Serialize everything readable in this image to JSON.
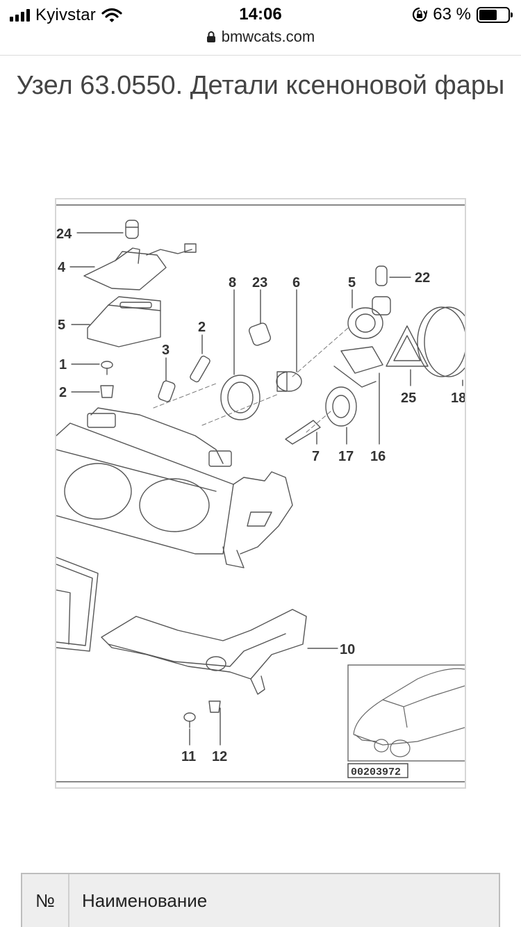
{
  "status_bar": {
    "carrier": "Kyivstar",
    "time": "14:06",
    "battery_percent_label": "63 %",
    "battery_level": 0.63
  },
  "browser": {
    "url": "bmwcats.com"
  },
  "page": {
    "title": "Узел 63.0550. Детали ксеноновой фары"
  },
  "diagram": {
    "callouts": [
      "24",
      "4",
      "5",
      "1",
      "2",
      "3",
      "2",
      "8",
      "23",
      "6",
      "5",
      "22",
      "25",
      "18",
      "7",
      "17",
      "16",
      "10",
      "11",
      "12"
    ],
    "image_code": "00203972"
  },
  "table": {
    "headers": [
      "№",
      "Наименование"
    ]
  },
  "icons": {
    "lock": "lock-icon",
    "wifi": "wifi-icon",
    "signal": "signal-icon",
    "orientation_lock": "orientation-lock-icon",
    "battery": "battery-icon"
  }
}
